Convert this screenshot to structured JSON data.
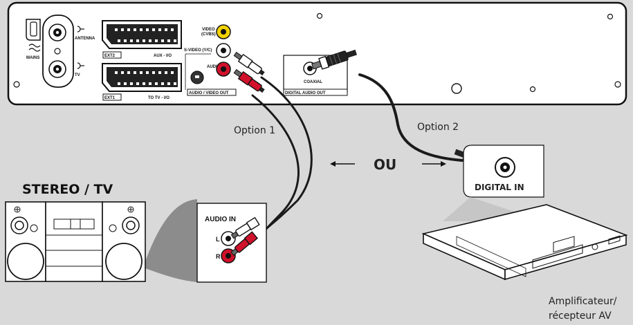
{
  "device_labels": {
    "mains": "MAINS",
    "antenna": "ANTENNA",
    "tv": "TV",
    "ext2": "EXT2",
    "aux_io": "AUX - I/O",
    "ext1": "EXT1",
    "to_tv_io": "TO TV - I/O",
    "video_cvbs": "VIDEO (CVBS)",
    "s_video": "S-VIDEO (Y/C)",
    "audio": "AUDIO",
    "audio_video_out": "AUDIO / VIDEO OUT",
    "coaxial": "COAXIAL",
    "digital_audio_out": "DIGITAL AUDIO OUT"
  },
  "labels": {
    "option1": "Option 1",
    "option2": "Option 2",
    "ou": "OU",
    "stereo_tv": "STEREO / TV",
    "digital_in": "DIGITAL IN",
    "audio_in": "AUDIO IN",
    "audio_in_l": "L",
    "audio_in_r": "R",
    "amplifier_line1": "Amplificateur/",
    "amplifier_line2": "récepteur AV"
  },
  "colors": {
    "background": "#d9d9d9",
    "panel": "#ffffff",
    "cable": "#1a1a1a",
    "red_jack": "#d1112b",
    "yellow_jack": "#f2d200",
    "grey_fill": "#8c8c8c"
  }
}
